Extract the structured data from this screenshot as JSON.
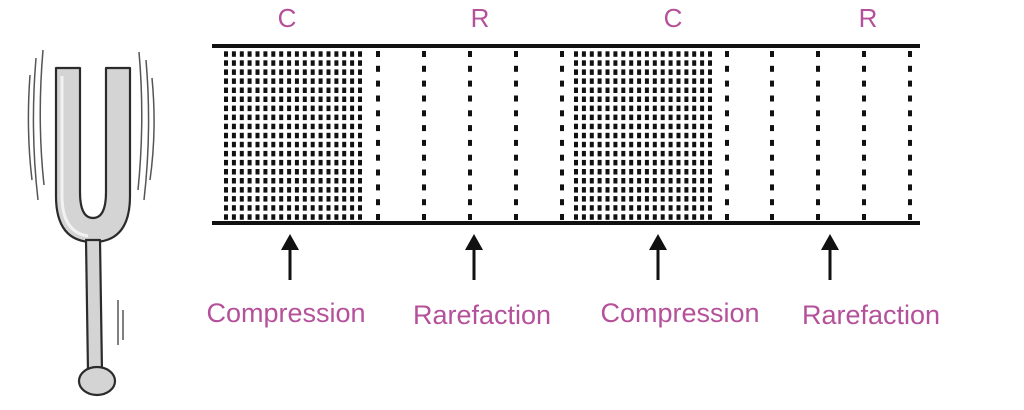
{
  "colors": {
    "label": "#b5509a",
    "ink": "#111111",
    "fork_fill": "#d4d4d4",
    "fork_stroke": "#2b2b2b"
  },
  "fork": {
    "icon": "tuning-fork-icon"
  },
  "top_labels": [
    "C",
    "R",
    "C",
    "R"
  ],
  "bottom_labels": [
    "Compression",
    "Rarefaction",
    "Compression",
    "Rarefaction"
  ],
  "regions": [
    {
      "type": "compression"
    },
    {
      "type": "rarefaction"
    },
    {
      "type": "compression"
    },
    {
      "type": "rarefaction"
    }
  ]
}
